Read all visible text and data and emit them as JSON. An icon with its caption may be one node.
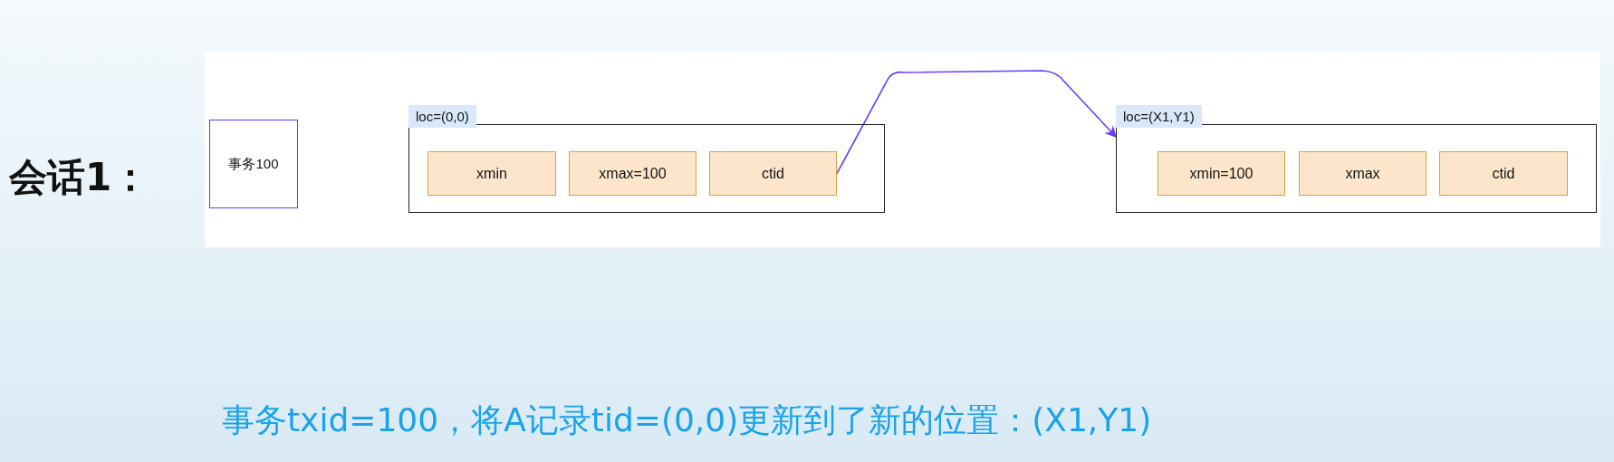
{
  "diagram": {
    "caption": "事务txid=100，将A记录tid=(0,0)更新到了新的位置：(X1,Y1)",
    "nodes": [
      {
        "text": [
          "事务100"
        ]
      },
      {
        "text": [
          "loc=(0,0)"
        ]
      },
      {
        "text": [
          "xmin"
        ],
        "in": 1
      },
      {
        "text": [
          "xmax=100"
        ],
        "in": 1
      },
      {
        "text": [
          "ctid"
        ],
        "in": 1
      },
      {
        "text": [
          "loc=(X1,Y1)"
        ]
      },
      {
        "text": [
          "xmin=100"
        ],
        "in": 5
      },
      {
        "text": [
          "xmax"
        ],
        "in": 5
      },
      {
        "text": [
          "ctid"
        ],
        "in": 5
      }
    ],
    "edges": [
      {
        "from": 4,
        "to": 5,
        "arrow": "to"
      }
    ],
    "labels": [
      "会话1："
    ]
  }
}
